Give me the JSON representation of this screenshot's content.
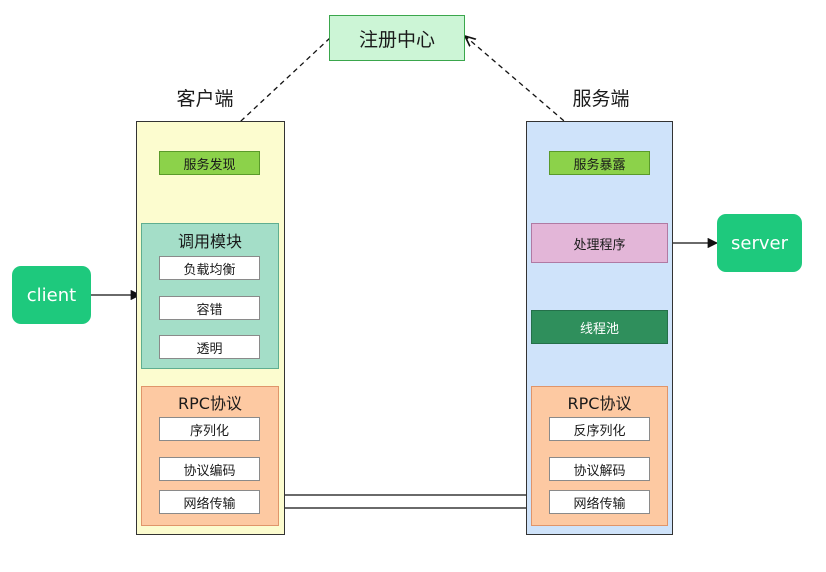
{
  "registry": "注册中心",
  "client_side": {
    "heading": "客户端",
    "service_discovery": "服务发现",
    "invoke_module": {
      "title": "调用模块",
      "items": [
        "负载均衡",
        "容错",
        "透明"
      ]
    },
    "rpc": {
      "title": "RPC协议",
      "items": [
        "序列化",
        "协议编码",
        "网络传输"
      ]
    }
  },
  "server_side": {
    "heading": "服务端",
    "service_exposure": "服务暴露",
    "handler": "处理程序",
    "thread_pool": "线程池",
    "rpc": {
      "title": "RPC协议",
      "items": [
        "反序列化",
        "协议解码",
        "网络传输"
      ]
    }
  },
  "client_node": "client",
  "server_node": "server",
  "colors": {
    "registry_fill": "#ccf5d6",
    "client_panel": "#fcfccf",
    "server_panel": "#cfe3fa",
    "service_box": "#8cd24a",
    "invoke_module": "#a4dec8",
    "rpc_module": "#fdc9a2",
    "handler": "#e3b6d8",
    "thread_pool": "#2f8f5c",
    "node": "#1ec97d"
  }
}
